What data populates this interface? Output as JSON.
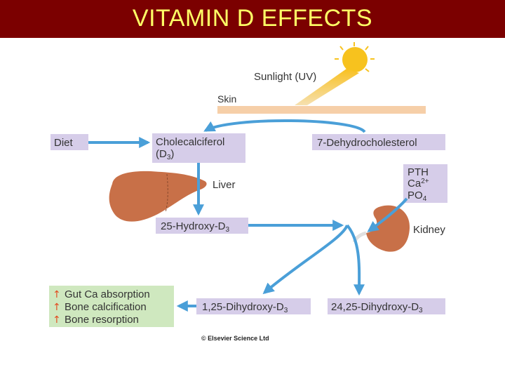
{
  "title": "VITAMIN D  EFFECTS",
  "colors": {
    "title_bar": "#7b0000",
    "title_text": "#ffff66",
    "arrow": "#4a9fd8",
    "box_purple": "#d6cde9",
    "box_green": "#cfe8bf",
    "organ": "#c87048",
    "sun": "#f7c21e",
    "skin": "#f6cfa8",
    "up_arrow_red": "#e24b1f"
  },
  "labels": {
    "sunlight": "Sunlight (UV)",
    "skin": "Skin",
    "diet": "Diet",
    "cholecalciferol_1": "Cholecalciferol",
    "cholecalciferol_2": "(D",
    "cholecalciferol_sub": "3",
    "cholecalciferol_close": ")",
    "dehydrocholesterol": "7-Dehydrocholesterol",
    "liver": "Liver",
    "hydroxy25": "25-Hydroxy-D",
    "hydroxy25_sub": "3",
    "pth": "PTH",
    "ca": "Ca",
    "ca_sup": "2+",
    "po": "PO",
    "po_sub": "4",
    "kidney": "Kidney",
    "dihydroxy125": "1,25-Dihydroxy-D",
    "dihydroxy125_sub": "3",
    "dihydroxy2425": "24,25-Dihydroxy-D",
    "dihydroxy2425_sub": "3",
    "effect_1": "Gut Ca absorption",
    "effect_2": "Bone calcification",
    "effect_3": "Bone resorption",
    "up_symbol": "↑",
    "copyright": "© Elsevier Science Ltd"
  }
}
